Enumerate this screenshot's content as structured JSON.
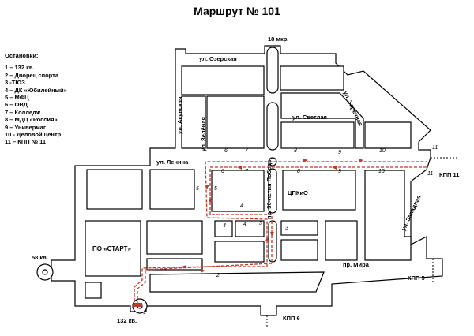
{
  "title": "Маршрут № 101",
  "legend": {
    "heading": "Остановки:",
    "items": [
      "1 – 132 кв.",
      "2 – Дворец спорта",
      "3 -ТЮЗ",
      "4 – ДК «Юбилейный»",
      "5 – МФЦ",
      "6 – ОВД",
      "7 – Колледж",
      "8 – МДЦ «Россия»",
      "9 – Универмаг",
      "10 - Деловой центр",
      "11 – КПП № 11"
    ]
  },
  "streets": {
    "ozerskaya": "ул. Озерская",
    "akunskaya": "ул. Акунская",
    "zelenaya": "ул. Зелёная",
    "svetlaya": "ул. Светлая",
    "zarechnaya": "ул. Заречная",
    "lenina": "ул. Ленина",
    "pobedy": "пр. 30-летия Победы",
    "zapadnaya": "ул. Западная",
    "mira": "пр. Мира"
  },
  "places": {
    "mkr18": "18 мкр.",
    "kv58": "58 кв.",
    "kv132": "132 кв.",
    "start": "ПО «СТАРТ»",
    "tspkio": "ЦПКиО",
    "kpp11": "КПП 11",
    "kpp5": "КПП 5",
    "kpp6": "КПП 6"
  },
  "stops": [
    "1",
    "2",
    "3",
    "3",
    "4",
    "4",
    "4",
    "5",
    "5",
    "6",
    "6",
    "7",
    "7",
    "8",
    "8",
    "9",
    "9",
    "10",
    "10",
    "11",
    "11"
  ],
  "colors": {
    "route": "#c0392b",
    "road": "#000000",
    "block_fill": "#ffffff"
  }
}
